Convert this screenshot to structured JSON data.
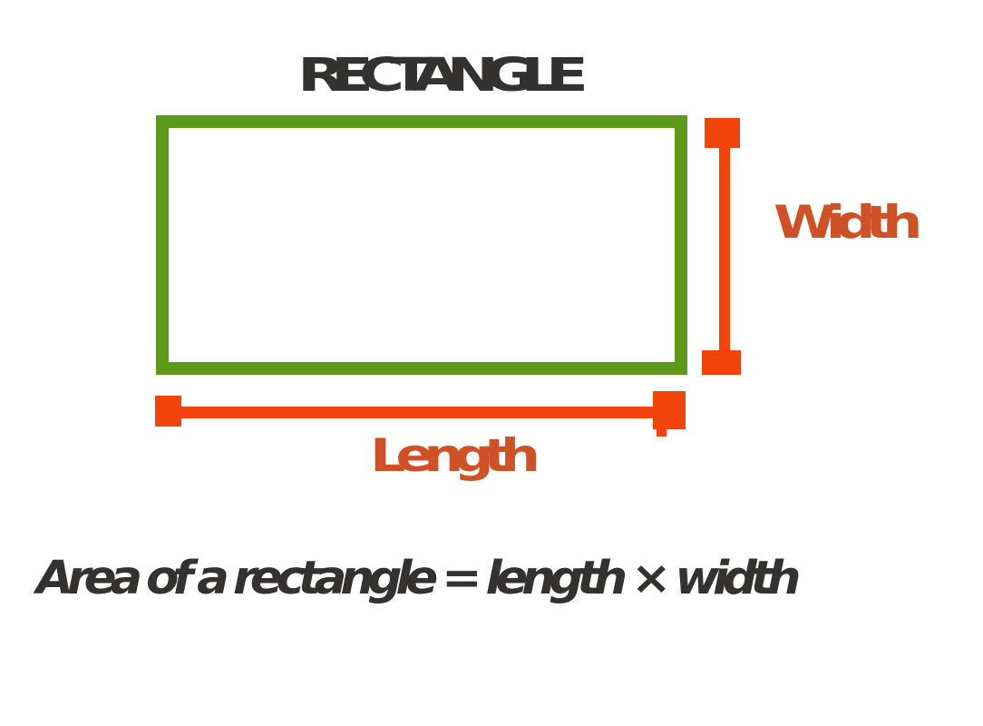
{
  "diagram": {
    "title": "RECTANGLE",
    "shape": "rectangle",
    "labels": {
      "width": "Width",
      "length": "Length"
    },
    "formula": "Area of a rectangle = length × width",
    "colors": {
      "background": "#FFFFFF",
      "rectangle_border": "#5D9A1A",
      "dimension_line": "#F2440A",
      "dimension_label": "#CE5226",
      "text": "#343230"
    }
  }
}
